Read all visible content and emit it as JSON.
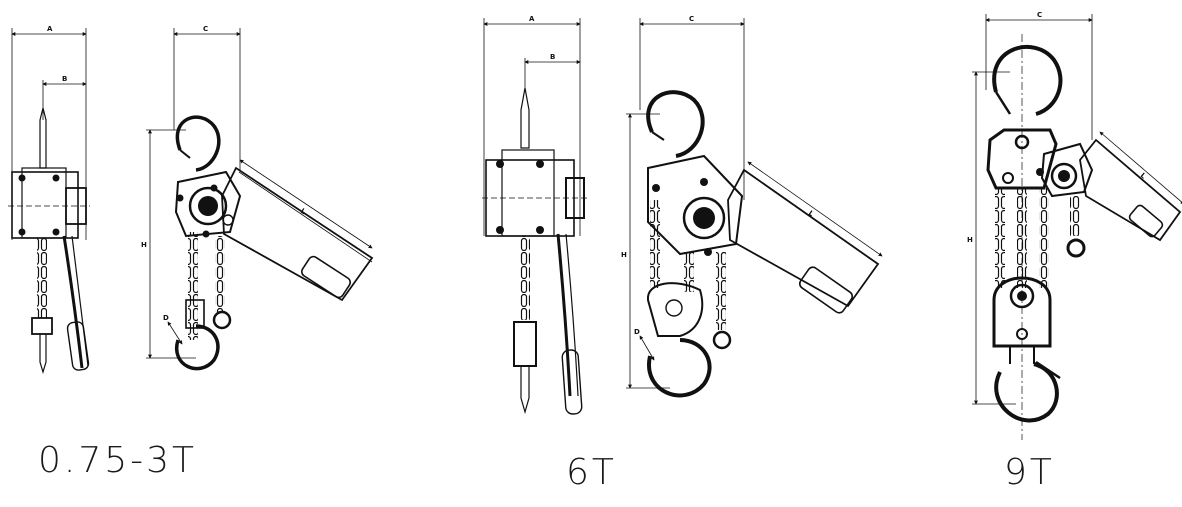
{
  "diagram": {
    "dimension_labels": {
      "a": "A",
      "b": "B",
      "c": "C",
      "h": "H",
      "l": "L",
      "d": "D"
    },
    "models": [
      {
        "id": "small",
        "caption": "0.75-3T"
      },
      {
        "id": "medium",
        "caption": "6T"
      },
      {
        "id": "large",
        "caption": "9T"
      }
    ],
    "colors": {
      "line": "#111111",
      "background": "#ffffff"
    }
  }
}
